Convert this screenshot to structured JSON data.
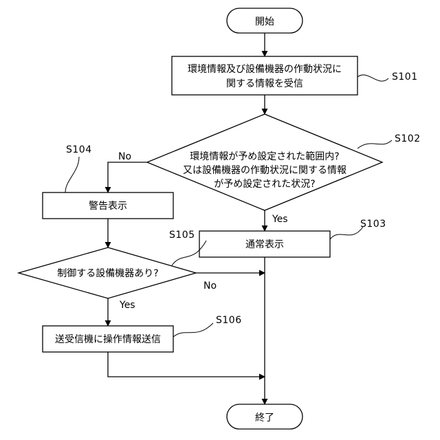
{
  "start_label": "開始",
  "end_label": "終了",
  "steps": {
    "s101": {
      "code": "S101",
      "line1": "環境情報及び設備機器の作動状況に",
      "line2": "関する情報を受信"
    },
    "s102": {
      "code": "S102",
      "line1": "環境情報が予め設定された範囲内?",
      "line2": "又は設備機器の作動状況に関する情報",
      "line3": "が予め設定された状況?"
    },
    "s103": {
      "code": "S103",
      "text": "通常表示"
    },
    "s104": {
      "code": "S104",
      "text": "警告表示"
    },
    "s105": {
      "code": "S105",
      "text": "制御する設備機器あり?"
    },
    "s106": {
      "code": "S106",
      "text": "送受信機に操作情報送信"
    }
  },
  "branches": {
    "s102_no": "No",
    "s102_yes": "Yes",
    "s105_no": "No",
    "s105_yes": "Yes"
  }
}
